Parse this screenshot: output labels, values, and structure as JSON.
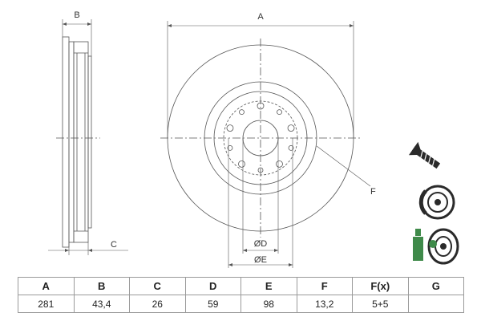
{
  "labels": {
    "width_B": "B",
    "outer_A": "A",
    "thickness_C": "C",
    "runout_F": "F",
    "bore_D": "ØD",
    "pitch_E": "ØE"
  },
  "icons": [
    "screw-icon",
    "disc-brake-icon",
    "bearing-tool-icon"
  ],
  "colors": {
    "line": "#555555",
    "icon_dark": "#2a2a2a",
    "icon_green": "#3f8a4a"
  },
  "table": {
    "headers": [
      "A",
      "B",
      "C",
      "D",
      "E",
      "F",
      "F(x)",
      "G"
    ],
    "values": [
      "281",
      "43,4",
      "26",
      "59",
      "98",
      "13,2",
      "5+5",
      ""
    ]
  }
}
